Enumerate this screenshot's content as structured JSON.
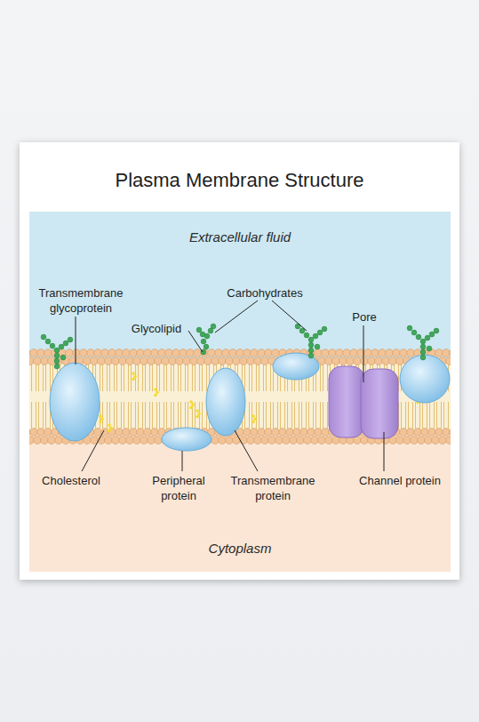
{
  "diagram": {
    "title": "Plasma Membrane Structure",
    "nodes": [
      {
        "text": [
          "Extracellular fluid"
        ]
      },
      {
        "text": [
          "Cytoplasm"
        ]
      }
    ],
    "labels": [
      "Transmembrane glycoprotein",
      "Carbohydrates",
      "Glycolipid",
      "Pore",
      "Cholesterol",
      "Peripheral protein",
      "Transmembrane protein",
      "Channel protein"
    ]
  }
}
